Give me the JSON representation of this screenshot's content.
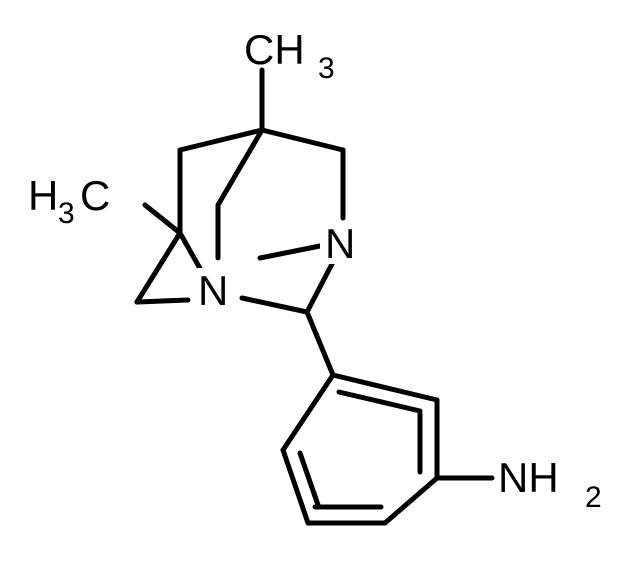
{
  "molecule": {
    "labels": {
      "methyl_top": {
        "main": "CH",
        "sub": "3"
      },
      "methyl_left": {
        "main": "H",
        "sub": "3",
        "tail": "C"
      },
      "n_right": {
        "main": "N"
      },
      "n_left": {
        "main": "N"
      },
      "amine": {
        "main": "NH",
        "sub": "2"
      }
    },
    "colors": {
      "ink": "#000000",
      "background": "#ffffff"
    }
  }
}
